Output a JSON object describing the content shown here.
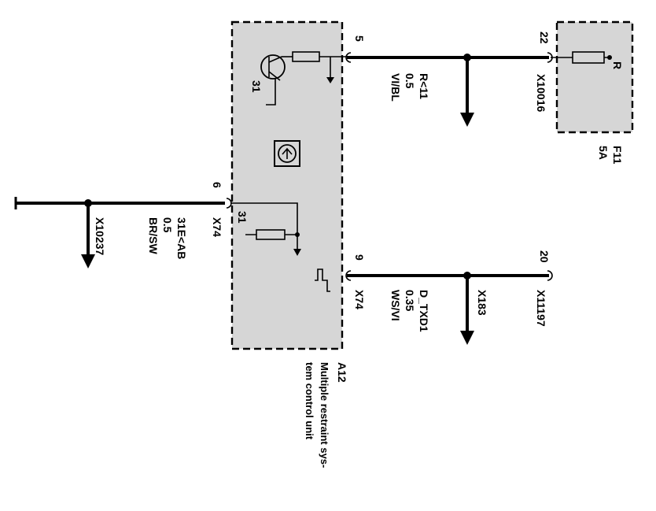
{
  "control_unit": {
    "id": "A12",
    "name_line1": "Multiple restraint sys-",
    "name_line2": "tem control unit",
    "ground_label_top": "31",
    "ground_label_mid": "31"
  },
  "fuse": {
    "id": "F11",
    "rating": "5A",
    "terminal": "R"
  },
  "pins": {
    "pin5": "5",
    "pin6": "6",
    "pin9": "9",
    "pin22": "22",
    "pin20": "20"
  },
  "wires": {
    "power": {
      "signal": "R<11",
      "gauge": "0.5",
      "color": "VI/BL"
    },
    "ground": {
      "signal": "31E<AB",
      "gauge": "0.5",
      "color": "BR/SW"
    },
    "data": {
      "signal": "D_TXD1",
      "gauge": "0.35",
      "color": "WS/VI"
    }
  },
  "connectors": {
    "fuse_side": "X10016",
    "unit_ground": "X74",
    "unit_data": "X74",
    "ground_splice": "X10237",
    "data_splice": "X183",
    "data_end": "X11197"
  }
}
